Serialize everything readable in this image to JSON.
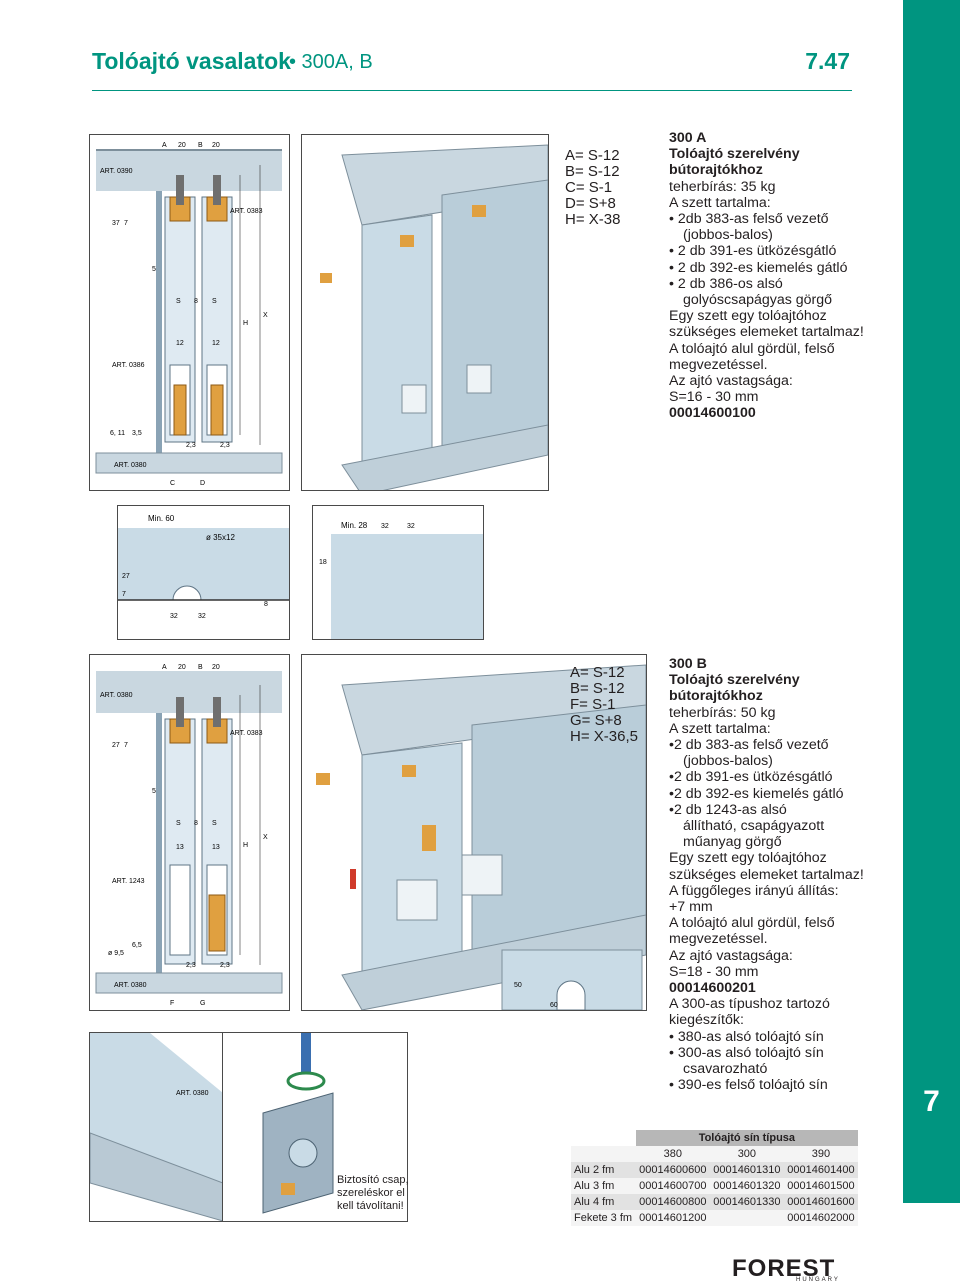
{
  "header": {
    "title": "Tolóajtó vasalatok",
    "subtitle": "• 300A, B",
    "page_number": "7.47"
  },
  "side_tab": {
    "number": "7"
  },
  "section_a": {
    "codes": [
      "A= S-12",
      "B= S-12",
      "C= S-1",
      "D= S+8",
      "H= X-38"
    ],
    "spec": [
      {
        "text": "300 A",
        "style": "b"
      },
      {
        "text": "Tolóajtó szerelvény",
        "style": "b"
      },
      {
        "text": "bútorajtókhoz",
        "style": "b"
      },
      {
        "text": "teherbírás:   35 kg",
        "style": ""
      },
      {
        "text": "A szett tartalma:",
        "style": ""
      },
      {
        "text": "• 2db 383-as felső vezető",
        "style": ""
      },
      {
        "text": "(jobbos-balos)",
        "style": "ind"
      },
      {
        "text": "• 2 db 391-es ütközésgátló",
        "style": ""
      },
      {
        "text": "• 2 db 392-es kiemelés gátló",
        "style": ""
      },
      {
        "text": "• 2 db 386-os alsó",
        "style": ""
      },
      {
        "text": "golyóscsapágyas görgő",
        "style": "ind"
      },
      {
        "text": "Egy szett egy tolóajtóhoz",
        "style": ""
      },
      {
        "text": "szükséges elemeket tartalmaz!",
        "style": ""
      },
      {
        "text": "A tolóajtó alul gördül, felső",
        "style": ""
      },
      {
        "text": "megvezetéssel.",
        "style": ""
      },
      {
        "text": "Az ajtó vastagsága:",
        "style": ""
      },
      {
        "text": "S=16 - 30 mm",
        "style": ""
      },
      {
        "text": "00014600100",
        "style": "b"
      }
    ]
  },
  "section_b": {
    "codes": [
      "A= S-12",
      "B= S-12",
      "F= S-1",
      "G= S+8",
      "H= X-36,5"
    ],
    "spec": [
      {
        "text": "300 B",
        "style": "b"
      },
      {
        "text": "Tolóajtó szerelvény",
        "style": "b"
      },
      {
        "text": "bútorajtókhoz",
        "style": "b"
      },
      {
        "text": "teherbírás:   50 kg",
        "style": ""
      },
      {
        "text": "A szett tartalma:",
        "style": ""
      },
      {
        "text": "•2 db 383-as felső vezető",
        "style": ""
      },
      {
        "text": "(jobbos-balos)",
        "style": "ind"
      },
      {
        "text": "•2 db 391-es ütközésgátló",
        "style": ""
      },
      {
        "text": "•2 db 392-es kiemelés gátló",
        "style": ""
      },
      {
        "text": "•2 db 1243-as alsó",
        "style": ""
      },
      {
        "text": "állítható, csapágyazott",
        "style": "ind"
      },
      {
        "text": "műanyag görgő",
        "style": "ind"
      },
      {
        "text": "Egy szett egy tolóajtóhoz",
        "style": ""
      },
      {
        "text": "szükséges elemeket tartalmaz!",
        "style": ""
      },
      {
        "text": "A függőleges irányú állítás:",
        "style": ""
      },
      {
        "text": "+7 mm",
        "style": ""
      },
      {
        "text": "A tolóajtó alul gördül, felső",
        "style": ""
      },
      {
        "text": "megvezetéssel.",
        "style": ""
      },
      {
        "text": "Az ajtó vastagsága:",
        "style": ""
      },
      {
        "text": "S=18 - 30 mm",
        "style": ""
      },
      {
        "text": "00014600201",
        "style": "b"
      },
      {
        "text": "A 300-as típushoz tartozó",
        "style": ""
      },
      {
        "text": "kiegészítők:",
        "style": ""
      },
      {
        "text": "• 380-as alsó tolóajtó sín",
        "style": ""
      },
      {
        "text": "• 300-as alsó tolóajtó sín",
        "style": ""
      },
      {
        "text": "csavarozható",
        "style": "ind"
      },
      {
        "text": "• 390-es felső tolóajtó sín",
        "style": ""
      }
    ]
  },
  "note": [
    "Biztosító csap,",
    "szereléskor el",
    "kell távolítani!"
  ],
  "rail_table": {
    "title": "Tolóajtó sín típusa",
    "columns": [
      "380",
      "300",
      "390"
    ],
    "rows": [
      {
        "label": "Alu 2 fm",
        "cells": [
          "00014600600",
          "00014601310",
          "00014601400"
        ]
      },
      {
        "label": "Alu 3 fm",
        "cells": [
          "00014600700",
          "00014601320",
          "00014601500"
        ]
      },
      {
        "label": "Alu 4 fm",
        "cells": [
          "00014600800",
          "00014601330",
          "00014601600"
        ]
      },
      {
        "label": "Fekete 3 fm",
        "cells": [
          "00014601200",
          "",
          "00014602000"
        ]
      }
    ]
  },
  "diagram_labels": {
    "a": {
      "art_0390": "ART. 0390",
      "art_0383": "ART. 0383",
      "art_0386": "ART. 0386",
      "art_0380": "ART. 0380",
      "dim_a": "A",
      "dim_b": "B",
      "dim_20a": "20",
      "dim_20b": "20",
      "dim_s1": "S",
      "dim_8": "8",
      "dim_s2": "S",
      "dim_12a": "12",
      "dim_12b": "12",
      "dim_h": "H",
      "dim_x": "X",
      "dim_c": "C",
      "dim_d": "D",
      "dim_23a": "2,3",
      "dim_23b": "2,3",
      "dim_37": "37",
      "dim_7": "7",
      "dim_5": "5",
      "dim_611": "6, 11",
      "dim_35": "3,5"
    },
    "small1": {
      "min": "Min. 60",
      "hole": "ø 35x12",
      "d27": "27",
      "d7": "7",
      "d32a": "32",
      "d32b": "32",
      "d8": "8"
    },
    "small2": {
      "min": "Min. 28",
      "d32a": "32",
      "d32b": "32",
      "d18": "18"
    },
    "b": {
      "art_0380_top": "ART. 0380",
      "art_0383": "ART. 0383",
      "art_1243": "ART. 1243",
      "art_0380": "ART. 0380",
      "dim_a": "A",
      "dim_b": "B",
      "dim_20a": "20",
      "dim_20b": "20",
      "dim_s1": "S",
      "dim_8": "8",
      "dim_s2": "S",
      "dim_13a": "13",
      "dim_13b": "13",
      "dim_h": "H",
      "dim_x": "X",
      "dim_f": "F",
      "dim_g": "G",
      "dim_23a": "2,3",
      "dim_23b": "2,3",
      "dim_27": "27",
      "dim_7": "7",
      "dim_5": "5",
      "dim_95": "ø 9,5",
      "dim_65": "6,5"
    },
    "b_detail": {
      "d50": "50",
      "d60": "60"
    },
    "rail": {
      "art_0380": "ART. 0380"
    }
  },
  "colors": {
    "brand": "#009580",
    "door": "#c9dbe6",
    "metal": "#9fb3c2",
    "roller": "#e0a040"
  },
  "logo": {
    "word": "FOREST",
    "country": "HUNGARY"
  }
}
